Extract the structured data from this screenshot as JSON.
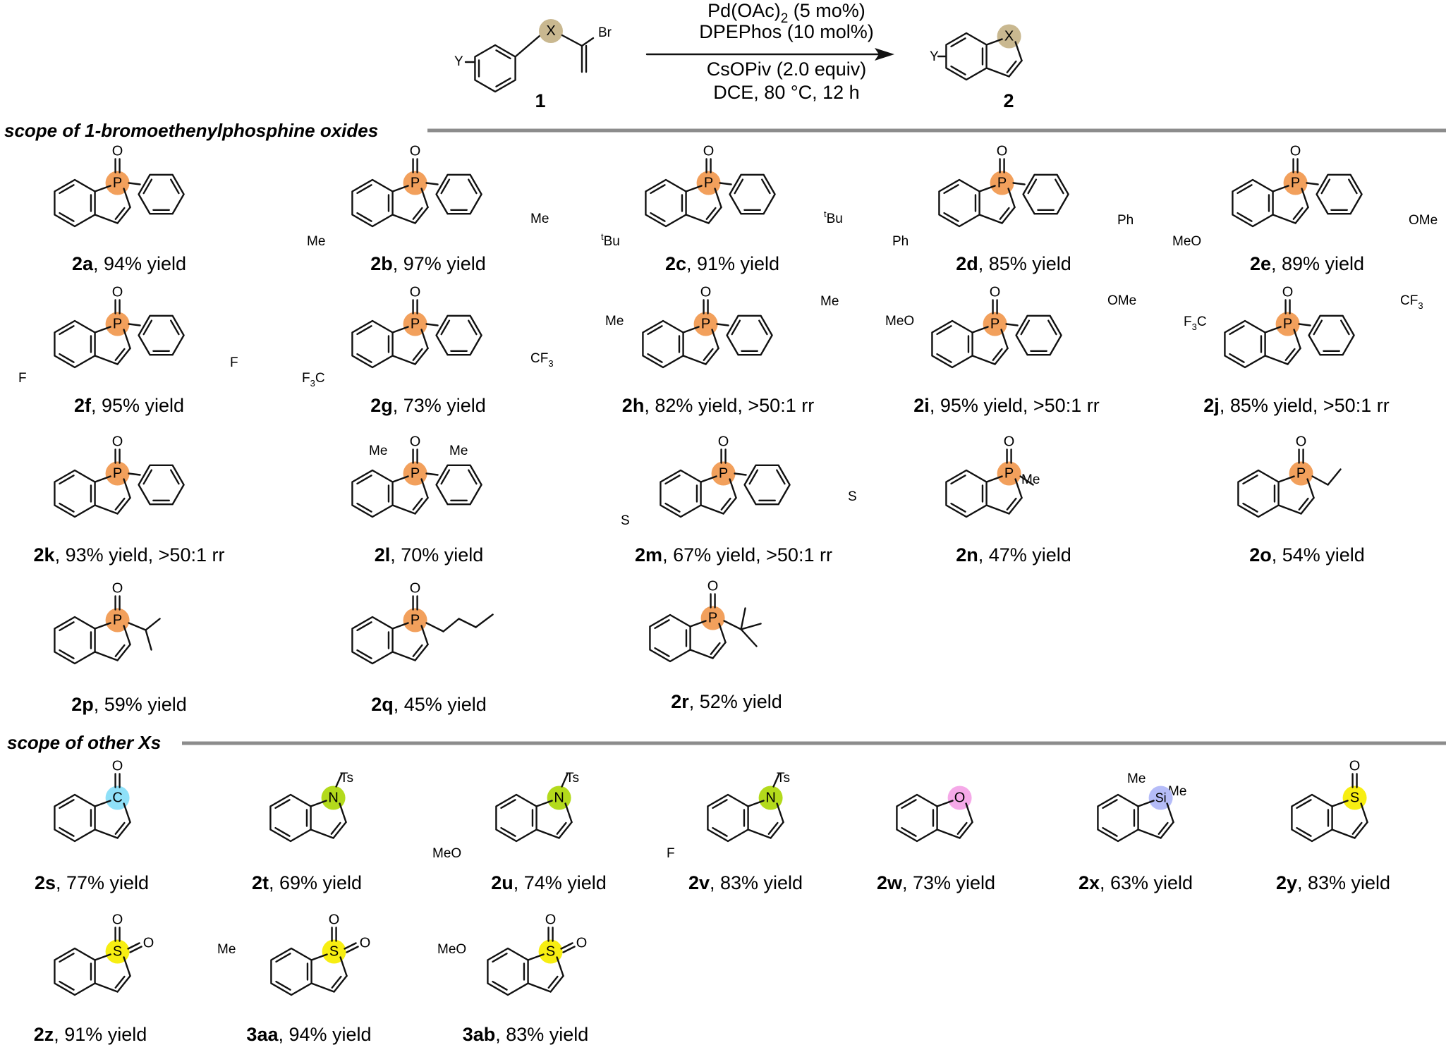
{
  "reaction": {
    "reagent_1": "Pd(OAc)",
    "reagent_1_sub": "2",
    "reagent_1_tail": " (5 mo%)",
    "reagent_2": "DPEPhos (10 mol%)",
    "reagent_3": "CsOPiv (2.0 equiv)",
    "reagent_4": "DCE, 80 °C, 12 h",
    "sm_label": "1",
    "prod_label": "2",
    "atom_x": "X",
    "atom_br": "Br",
    "atom_y": "Y"
  },
  "sections": {
    "phosphine": "scope of 1-bromoethenylphosphine oxides",
    "others": "scope of other Xs"
  },
  "colors": {
    "P": "#F2A05C",
    "X": "#C9B890",
    "C": "#8FE0F8",
    "N": "#B3DA1C",
    "O": "#F5A9E8",
    "Si": "#B5BCF8",
    "S": "#F7EE12",
    "rule": "#8c8c8c"
  },
  "compounds": [
    {
      "id": "2a",
      "yield": ", 94% yield",
      "atom": "P",
      "subs": []
    },
    {
      "id": "2b",
      "yield": ", 97% yield",
      "atom": "P",
      "subs": [
        "Me",
        "Me"
      ]
    },
    {
      "id": "2c",
      "yield": ", 91% yield",
      "atom": "P",
      "subs": [
        "tBu",
        "tBu"
      ]
    },
    {
      "id": "2d",
      "yield": ", 85% yield",
      "atom": "P",
      "subs": [
        "Ph",
        "Ph"
      ]
    },
    {
      "id": "2e",
      "yield": ", 89% yield",
      "atom": "P",
      "subs": [
        "MeO",
        "OMe"
      ]
    },
    {
      "id": "2f",
      "yield": ", 95% yield",
      "atom": "P",
      "subs": [
        "F",
        "F"
      ]
    },
    {
      "id": "2g",
      "yield": ", 73% yield",
      "atom": "P",
      "subs": [
        "F3C",
        "CF3"
      ]
    },
    {
      "id": "2h",
      "yield": ", 82% yield, >50:1 rr",
      "atom": "P",
      "subs": [
        "Me",
        "Me"
      ]
    },
    {
      "id": "2i",
      "yield": ", 95% yield, >50:1 rr",
      "atom": "P",
      "subs": [
        "MeO",
        "OMe"
      ]
    },
    {
      "id": "2j",
      "yield": ", 85% yield, >50:1 rr",
      "atom": "P",
      "subs": [
        "F3C",
        "CF3"
      ]
    },
    {
      "id": "2k",
      "yield": ", 93% yield, >50:1 rr",
      "atom": "P",
      "subs": []
    },
    {
      "id": "2l",
      "yield": ", 70% yield",
      "atom": "P",
      "subs": [
        "Me",
        "Me"
      ]
    },
    {
      "id": "2m",
      "yield": ", 67% yield, >50:1 rr",
      "atom": "P",
      "subs": [
        "S",
        "S"
      ]
    },
    {
      "id": "2n",
      "yield": ", 47% yield",
      "atom": "P",
      "subs": [
        "Me"
      ]
    },
    {
      "id": "2o",
      "yield": ", 54% yield",
      "atom": "P",
      "subs": []
    },
    {
      "id": "2p",
      "yield": ", 59% yield",
      "atom": "P",
      "subs": []
    },
    {
      "id": "2q",
      "yield": ", 45% yield",
      "atom": "P",
      "subs": []
    },
    {
      "id": "2r",
      "yield": ", 52% yield",
      "atom": "P",
      "subs": []
    },
    {
      "id": "2s",
      "yield": ", 77% yield",
      "atom": "C",
      "subs": []
    },
    {
      "id": "2t",
      "yield": ", 69% yield",
      "atom": "N",
      "subs": [
        "Ts"
      ]
    },
    {
      "id": "2u",
      "yield": ", 74% yield",
      "atom": "N",
      "subs": [
        "Ts",
        "MeO"
      ]
    },
    {
      "id": "2v",
      "yield": ", 83% yield",
      "atom": "N",
      "subs": [
        "Ts",
        "F"
      ]
    },
    {
      "id": "2w",
      "yield": ", 73% yield",
      "atom": "O",
      "subs": []
    },
    {
      "id": "2x",
      "yield": ", 63% yield",
      "atom": "Si",
      "subs": [
        "Me",
        "Me"
      ]
    },
    {
      "id": "2y",
      "yield": ", 83% yield",
      "atom": "S",
      "subs": []
    },
    {
      "id": "2z",
      "yield": ", 91% yield",
      "atom": "S",
      "subs": []
    },
    {
      "id": "3aa",
      "yield": ", 94% yield",
      "atom": "S",
      "subs": [
        "Me"
      ]
    },
    {
      "id": "3ab",
      "yield": ", 83% yield",
      "atom": "S",
      "subs": [
        "MeO"
      ]
    }
  ]
}
